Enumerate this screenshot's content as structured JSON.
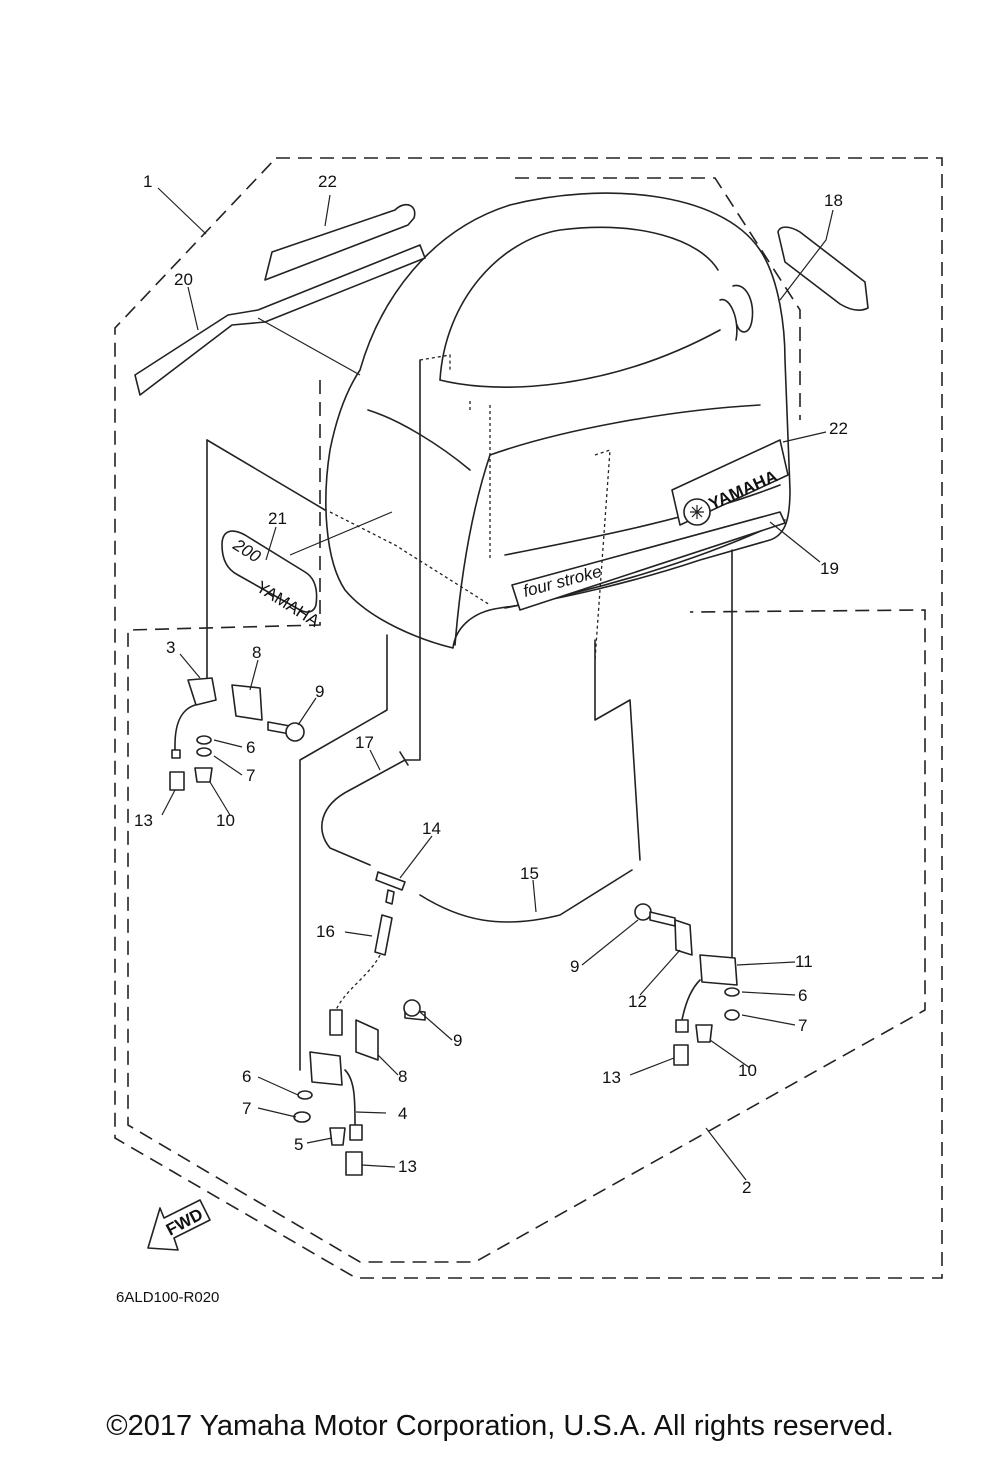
{
  "diagram": {
    "callouts": [
      {
        "id": "c1",
        "label": "1"
      },
      {
        "id": "c2",
        "label": "2"
      },
      {
        "id": "c3",
        "label": "3"
      },
      {
        "id": "c4",
        "label": "4"
      },
      {
        "id": "c5",
        "label": "5"
      },
      {
        "id": "c6a",
        "label": "6"
      },
      {
        "id": "c6b",
        "label": "6"
      },
      {
        "id": "c6c",
        "label": "6"
      },
      {
        "id": "c7a",
        "label": "7"
      },
      {
        "id": "c7b",
        "label": "7"
      },
      {
        "id": "c7c",
        "label": "7"
      },
      {
        "id": "c8a",
        "label": "8"
      },
      {
        "id": "c8b",
        "label": "8"
      },
      {
        "id": "c9a",
        "label": "9"
      },
      {
        "id": "c9b",
        "label": "9"
      },
      {
        "id": "c9c",
        "label": "9"
      },
      {
        "id": "c10a",
        "label": "10"
      },
      {
        "id": "c10b",
        "label": "10"
      },
      {
        "id": "c11",
        "label": "11"
      },
      {
        "id": "c12",
        "label": "12"
      },
      {
        "id": "c13a",
        "label": "13"
      },
      {
        "id": "c13b",
        "label": "13"
      },
      {
        "id": "c13c",
        "label": "13"
      },
      {
        "id": "c14",
        "label": "14"
      },
      {
        "id": "c15",
        "label": "15"
      },
      {
        "id": "c16",
        "label": "16"
      },
      {
        "id": "c17",
        "label": "17"
      },
      {
        "id": "c18",
        "label": "18"
      },
      {
        "id": "c19",
        "label": "19"
      },
      {
        "id": "c20",
        "label": "20"
      },
      {
        "id": "c21",
        "label": "21"
      },
      {
        "id": "c22a",
        "label": "22"
      },
      {
        "id": "c22b",
        "label": "22"
      }
    ],
    "decals": {
      "brand_text": "YAMAHA",
      "badge_number": "200",
      "badge_brand": "YAMAHA",
      "stripe_text": "four stroke"
    },
    "fwd_label": "FWD",
    "diagram_code": "6ALD100-R020"
  },
  "footer": {
    "copyright": "©2017 Yamaha Motor Corporation, U.S.A. All rights reserved."
  }
}
